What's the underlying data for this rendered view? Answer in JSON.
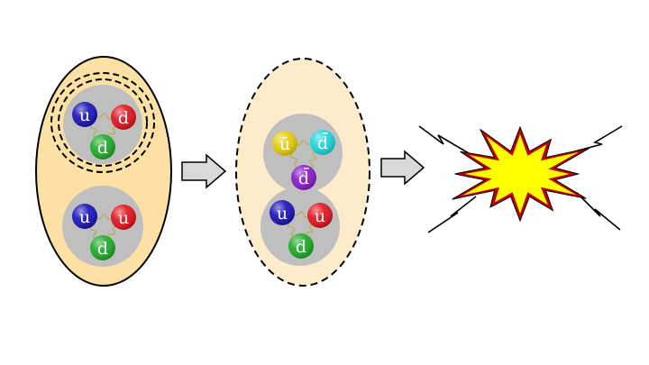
{
  "colors": {
    "nucleus_fill": "#fde1a4",
    "nucleus_fill_pale": "#fdeccb",
    "hadron_fill": "#bfbfbf",
    "arrow_fill": "#d9d9d9",
    "explosion_outer": "#c00000",
    "explosion_inner": "#ffff00",
    "gluon": "#b8b060"
  },
  "panel1": {
    "hadron_top": {
      "quarks": [
        {
          "label": "u",
          "color": "#1a14b8"
        },
        {
          "label": "d",
          "color": "#e0141e"
        },
        {
          "label": "d",
          "color": "#1faa2a"
        }
      ]
    },
    "hadron_bottom": {
      "quarks": [
        {
          "label": "u",
          "color": "#1a14b8"
        },
        {
          "label": "u",
          "color": "#e0141e"
        },
        {
          "label": "d",
          "color": "#1faa2a"
        }
      ]
    }
  },
  "panel2": {
    "antihadron": {
      "quarks": [
        {
          "label": "ū",
          "color": "#e6cc10"
        },
        {
          "label": "d̄",
          "color": "#1cd6dc"
        },
        {
          "label": "d̄",
          "color": "#8a1ac8"
        }
      ]
    },
    "hadron": {
      "quarks": [
        {
          "label": "u",
          "color": "#1a14b8"
        },
        {
          "label": "u",
          "color": "#e0141e"
        },
        {
          "label": "d",
          "color": "#1faa2a"
        }
      ]
    }
  },
  "icons": {
    "arrow1": "right-arrow-icon",
    "arrow2": "right-arrow-icon",
    "explosion": "explosion-icon"
  }
}
